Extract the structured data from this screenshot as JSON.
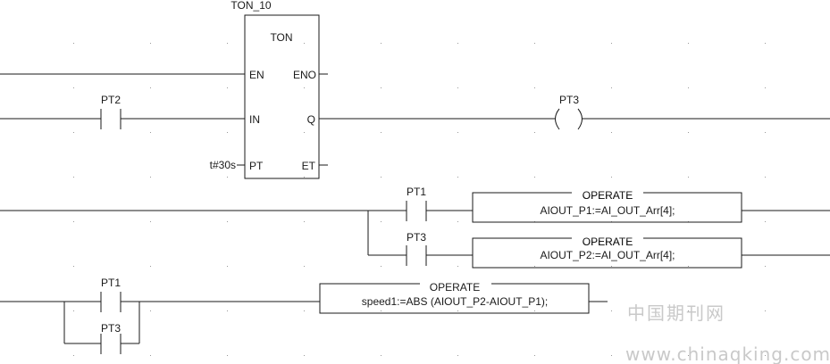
{
  "timer": {
    "instance": "TON_10",
    "type": "TON",
    "pin_en": "EN",
    "pin_eno": "ENO",
    "pin_in": "IN",
    "pin_q": "Q",
    "pin_pt": "PT",
    "pin_et": "ET",
    "pt_value": "t#30s"
  },
  "rung1": {
    "input_contact": "PT2",
    "output_coil": "PT3"
  },
  "rung2": {
    "branch1_contact": "PT1",
    "branch1_block_title": "OPERATE",
    "branch1_block_expr": "AIOUT_P1:=AI_OUT_Arr[4];",
    "branch2_contact": "PT3",
    "branch2_block_title": "OPERATE",
    "branch2_block_expr": "AIOUT_P2:=AI_OUT_Arr[4];"
  },
  "rung3": {
    "contact_a": "PT1",
    "contact_b": "PT3",
    "block_title": "OPERATE",
    "block_expr": "speed1:=ABS (AIOUT_P2-AIOUT_P1);"
  },
  "watermark": {
    "cn": "中国期刊网",
    "url": "www.chinaqking.com"
  }
}
